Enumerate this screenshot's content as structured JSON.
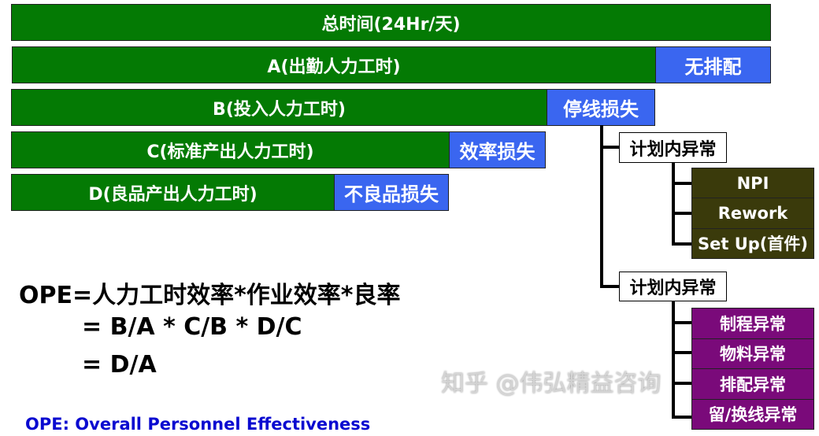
{
  "bars": {
    "total": "总时间(24Hr/天)",
    "a": "A(出勤人力工时)",
    "a_loss": "无排配",
    "b": "B(投入人力工时)",
    "b_loss": "停线损失",
    "c": "C(标准产出人力工时)",
    "c_loss": "效率损失",
    "d": "D(良品产出人力工时)",
    "d_loss": "不良品损失"
  },
  "tree": {
    "group1": {
      "label": "计划内异常",
      "items": [
        "NPI",
        "Rework",
        "Set Up(首件)"
      ]
    },
    "group2": {
      "label": "计划内异常",
      "items": [
        "制程异常",
        "物料异常",
        "排配异常",
        "留/换线异常"
      ]
    }
  },
  "formula": {
    "line1": "OPE=人力工时效率*作业效率*良率",
    "line2": "= B/A * C/B * D/C",
    "line3": "= D/A"
  },
  "footer": "OPE: Overall Personnel Effectiveness",
  "watermark": "知乎 @伟弘精益咨询",
  "colors": {
    "green": "#047a04",
    "blue": "#3a66f0",
    "olive": "#3a3a0b",
    "purple": "#7a0a7a",
    "footer": "#0a0ad0"
  }
}
